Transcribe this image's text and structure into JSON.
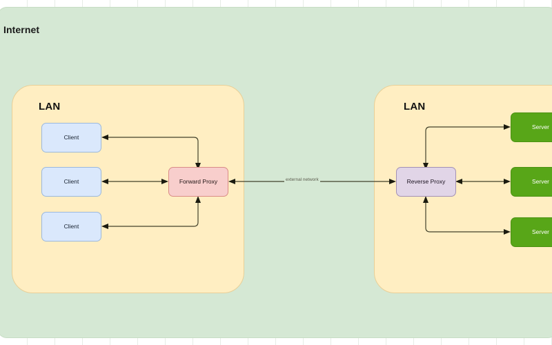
{
  "diagram": {
    "internet": {
      "label": "Internet"
    },
    "lans": [
      {
        "label": "LAN",
        "side": "left"
      },
      {
        "label": "LAN",
        "side": "right"
      }
    ],
    "nodes": {
      "clients": [
        {
          "label": "Client"
        },
        {
          "label": "Client"
        },
        {
          "label": "Client"
        }
      ],
      "forward_proxy": {
        "label": "Forward Proxy"
      },
      "reverse_proxy": {
        "label": "Reverse Proxy"
      },
      "servers": [
        {
          "label": "Server"
        },
        {
          "label": "Server"
        },
        {
          "label": "Server"
        }
      ]
    },
    "edges": [
      {
        "label": "external network",
        "from": "forward_proxy",
        "to": "reverse_proxy"
      }
    ],
    "colors": {
      "internet_fill": "#d5e8d4",
      "lan_fill": "#ffeec2",
      "lan_stroke": "#e8cf97",
      "client_fill": "#dae8fc",
      "client_stroke": "#9ab8dd",
      "forward_proxy_fill": "#f8cecc",
      "forward_proxy_stroke": "#d98b86",
      "reverse_proxy_fill": "#e1d5e7",
      "reverse_proxy_stroke": "#a290b4",
      "server_fill": "#58a618",
      "server_text": "#ffffff",
      "edge_stroke": "#40402a",
      "canvas": "#ffffff"
    }
  }
}
